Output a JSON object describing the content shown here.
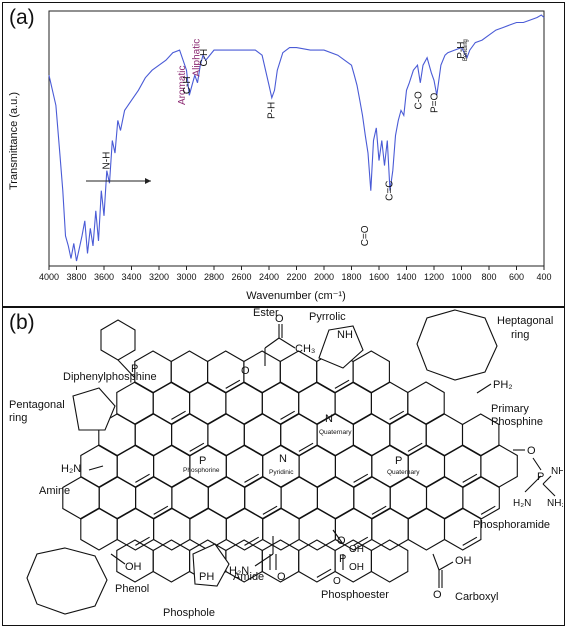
{
  "panel_a": {
    "label": "(a)",
    "chart_data": {
      "type": "line",
      "title": "",
      "xlabel": "Wavenumber (cm⁻¹)",
      "ylabel": "Transmittance (a.u.)",
      "xlim": [
        4000,
        400
      ],
      "x_reversed": true,
      "ylim": [
        0,
        1
      ],
      "grid": false,
      "line_color": "#4a5bd6",
      "x_ticks": [
        4000,
        3800,
        3600,
        3400,
        3200,
        3000,
        2800,
        2600,
        2400,
        2200,
        2000,
        1800,
        1600,
        1400,
        1200,
        1000,
        800,
        600,
        400
      ],
      "series": [
        {
          "x": [
            4000,
            3950,
            3920,
            3900,
            3880,
            3860,
            3840,
            3820,
            3800,
            3780,
            3760,
            3740,
            3720,
            3700,
            3680,
            3660,
            3640,
            3620,
            3600,
            3580,
            3560,
            3540,
            3520,
            3500,
            3480,
            3450,
            3400,
            3350,
            3300,
            3250,
            3200,
            3150,
            3100,
            3050,
            3000,
            2980,
            2960,
            2940,
            2920,
            2900,
            2880,
            2860,
            2800,
            2700,
            2600,
            2500,
            2450,
            2400,
            2380,
            2360,
            2340,
            2300,
            2250,
            2200,
            2100,
            2000,
            1900,
            1850,
            1800,
            1780,
            1760,
            1740,
            1720,
            1700,
            1680,
            1660,
            1640,
            1620,
            1600,
            1580,
            1560,
            1540,
            1520,
            1500,
            1480,
            1460,
            1440,
            1420,
            1400,
            1380,
            1350,
            1320,
            1300,
            1280,
            1250,
            1220,
            1200,
            1180,
            1150,
            1120,
            1100,
            1050,
            1000,
            980,
            960,
            940,
            900,
            850,
            800,
            750,
            700,
            650,
            600,
            550,
            500,
            450,
            420,
            400
          ],
          "y": [
            0.76,
            0.64,
            0.44,
            0.3,
            0.12,
            0.08,
            0.03,
            0.09,
            0.02,
            0.07,
            0.12,
            0.18,
            0.05,
            0.15,
            0.08,
            0.22,
            0.1,
            0.3,
            0.2,
            0.38,
            0.33,
            0.5,
            0.45,
            0.58,
            0.54,
            0.62,
            0.66,
            0.7,
            0.75,
            0.78,
            0.8,
            0.82,
            0.85,
            0.86,
            0.78,
            0.68,
            0.72,
            0.76,
            0.73,
            0.8,
            0.84,
            0.82,
            0.86,
            0.86,
            0.86,
            0.86,
            0.84,
            0.72,
            0.67,
            0.7,
            0.78,
            0.85,
            0.87,
            0.87,
            0.86,
            0.86,
            0.84,
            0.82,
            0.8,
            0.76,
            0.72,
            0.66,
            0.6,
            0.52,
            0.45,
            0.3,
            0.5,
            0.55,
            0.42,
            0.5,
            0.4,
            0.5,
            0.3,
            0.38,
            0.52,
            0.58,
            0.62,
            0.6,
            0.7,
            0.73,
            0.78,
            0.8,
            0.73,
            0.8,
            0.83,
            0.77,
            0.74,
            0.68,
            0.8,
            0.84,
            0.85,
            0.86,
            0.87,
            0.85,
            0.83,
            0.86,
            0.89,
            0.9,
            0.92,
            0.94,
            0.95,
            0.96,
            0.97,
            0.97,
            0.98,
            0.99,
            1.0,
            0.99
          ]
        }
      ],
      "annotations": [
        {
          "text": "N-H",
          "x": 3560,
          "y": 0.42
        },
        {
          "text": "Aromatic",
          "x": 3010,
          "y": 0.72,
          "color": "#8b2a72"
        },
        {
          "text": "C-H",
          "x": 2975,
          "y": 0.72
        },
        {
          "text": "Aliphatic",
          "x": 2905,
          "y": 0.83,
          "color": "#8b2a72"
        },
        {
          "text": "C-H",
          "x": 2850,
          "y": 0.83
        },
        {
          "text": "P-H",
          "x": 2360,
          "y": 0.62
        },
        {
          "text": "C=O",
          "x": 1680,
          "y": 0.12
        },
        {
          "text": "C=C",
          "x": 1500,
          "y": 0.3
        },
        {
          "text": "C-O",
          "x": 1290,
          "y": 0.66
        },
        {
          "text": "P=O",
          "x": 1175,
          "y": 0.65
        },
        {
          "text": "P-H",
          "x": 980,
          "y": 0.86
        },
        {
          "text": "Bending",
          "x": 960,
          "y": 0.86
        }
      ]
    }
  },
  "panel_b": {
    "label": "(b)",
    "labels": {
      "ester": "Ester",
      "pyrrolic": "Pyrrolic",
      "heptagonal": "Heptagonal",
      "ring": "ring",
      "diphenylphosphine": "Diphenylphosphine",
      "pentagonal": "Pentagonal",
      "pentagonal_ring": "ring",
      "primary": "Primary",
      "phosphine": "Phosphine",
      "amine": "Amine",
      "phosphoramide": "Phosphoramide",
      "phenol": "Phenol",
      "phosphole": "Phosphole",
      "amide": "Amide",
      "phosphoester": "Phosphoester",
      "carboxyl": "Carboxyl",
      "quaternary_n": "Quaternary",
      "quaternary_p": "Quaternary",
      "pyridinic": "Pyridinic",
      "phosphorine": "Phosphorine"
    },
    "atoms": {
      "P": "P",
      "O": "O",
      "CH3": "CH₃",
      "NH": "NH",
      "N": "N",
      "PH2": "PH₂",
      "H2N": "H₂N",
      "OH": "OH",
      "PH": "PH",
      "NH2": "NH₂"
    }
  }
}
